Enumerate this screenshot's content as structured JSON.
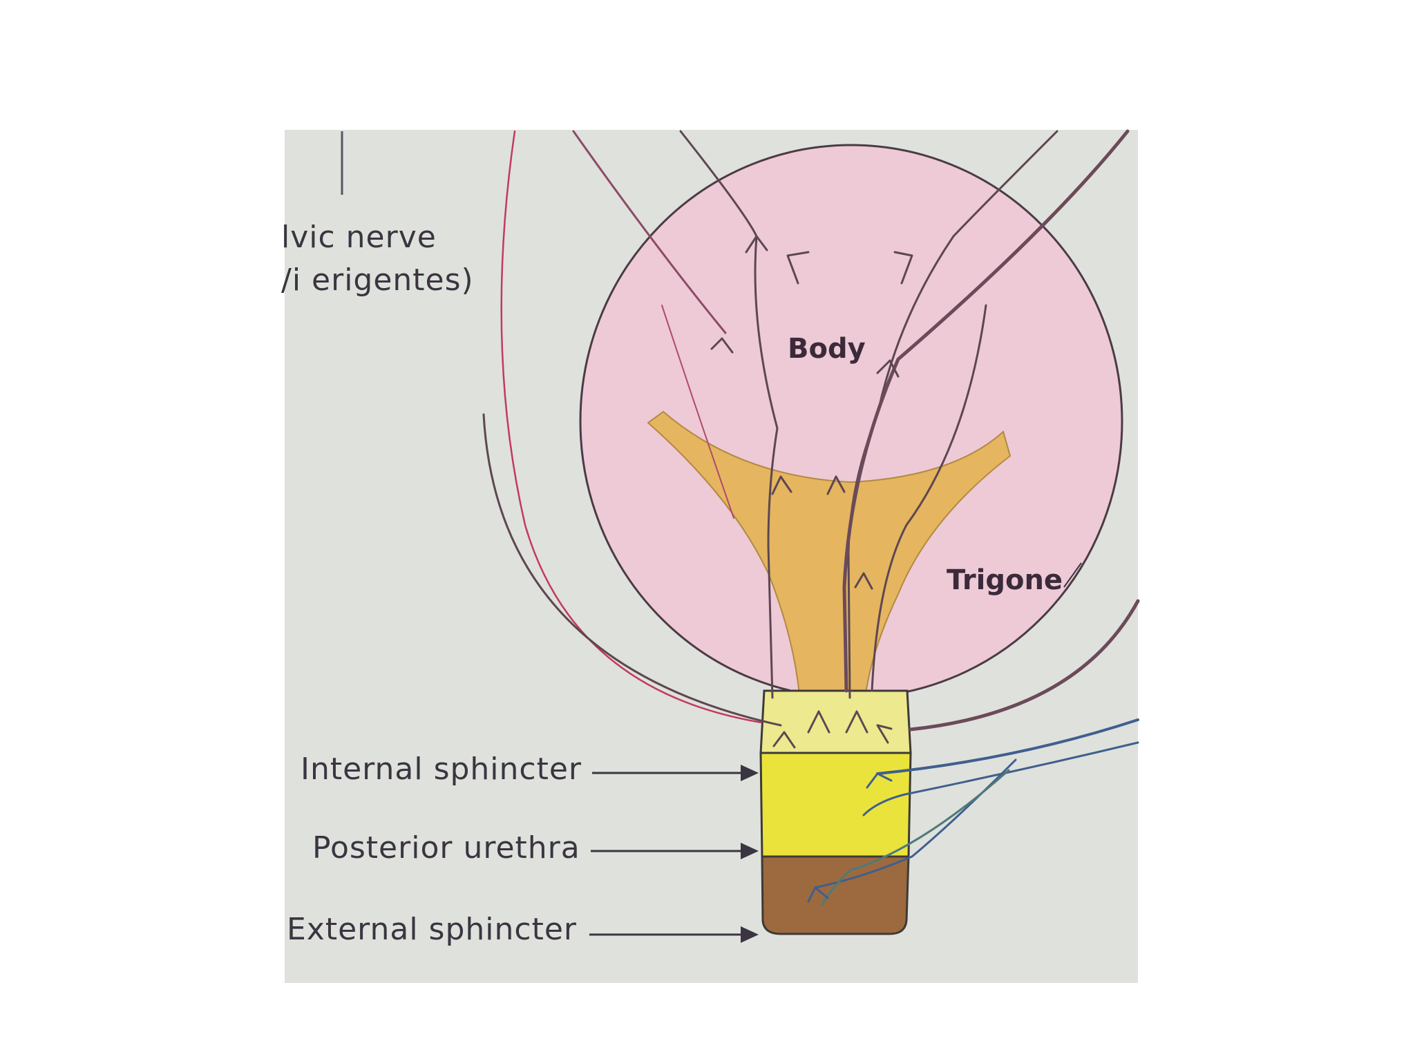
{
  "labels": {
    "pelvic_nerve_line1": "lvic nerve",
    "pelvic_nerve_line2": "/i erigentes)",
    "body": "Body",
    "trigone": "Trigone",
    "internal_sphincter": "Internal sphincter",
    "posterior_urethra": "Posterior urethra",
    "external_sphincter": "External sphincter"
  },
  "colors": {
    "page_background": "#ffffff",
    "figure_background": "#dfe1dc",
    "bladder_body": "#eec9d6",
    "bladder_outline": "#4a3b45",
    "trigone": "#e5b560",
    "internal_sphincter": "#ece98e",
    "posterior_urethra": "#eae33c",
    "external_sphincter": "#9c6a3e",
    "parasympathetic_nerve": "#6b4a5a",
    "sensory_nerve": "#c23a5e",
    "pudendal_nerve": "#3f5f8e",
    "arrow": "#3a3540"
  }
}
